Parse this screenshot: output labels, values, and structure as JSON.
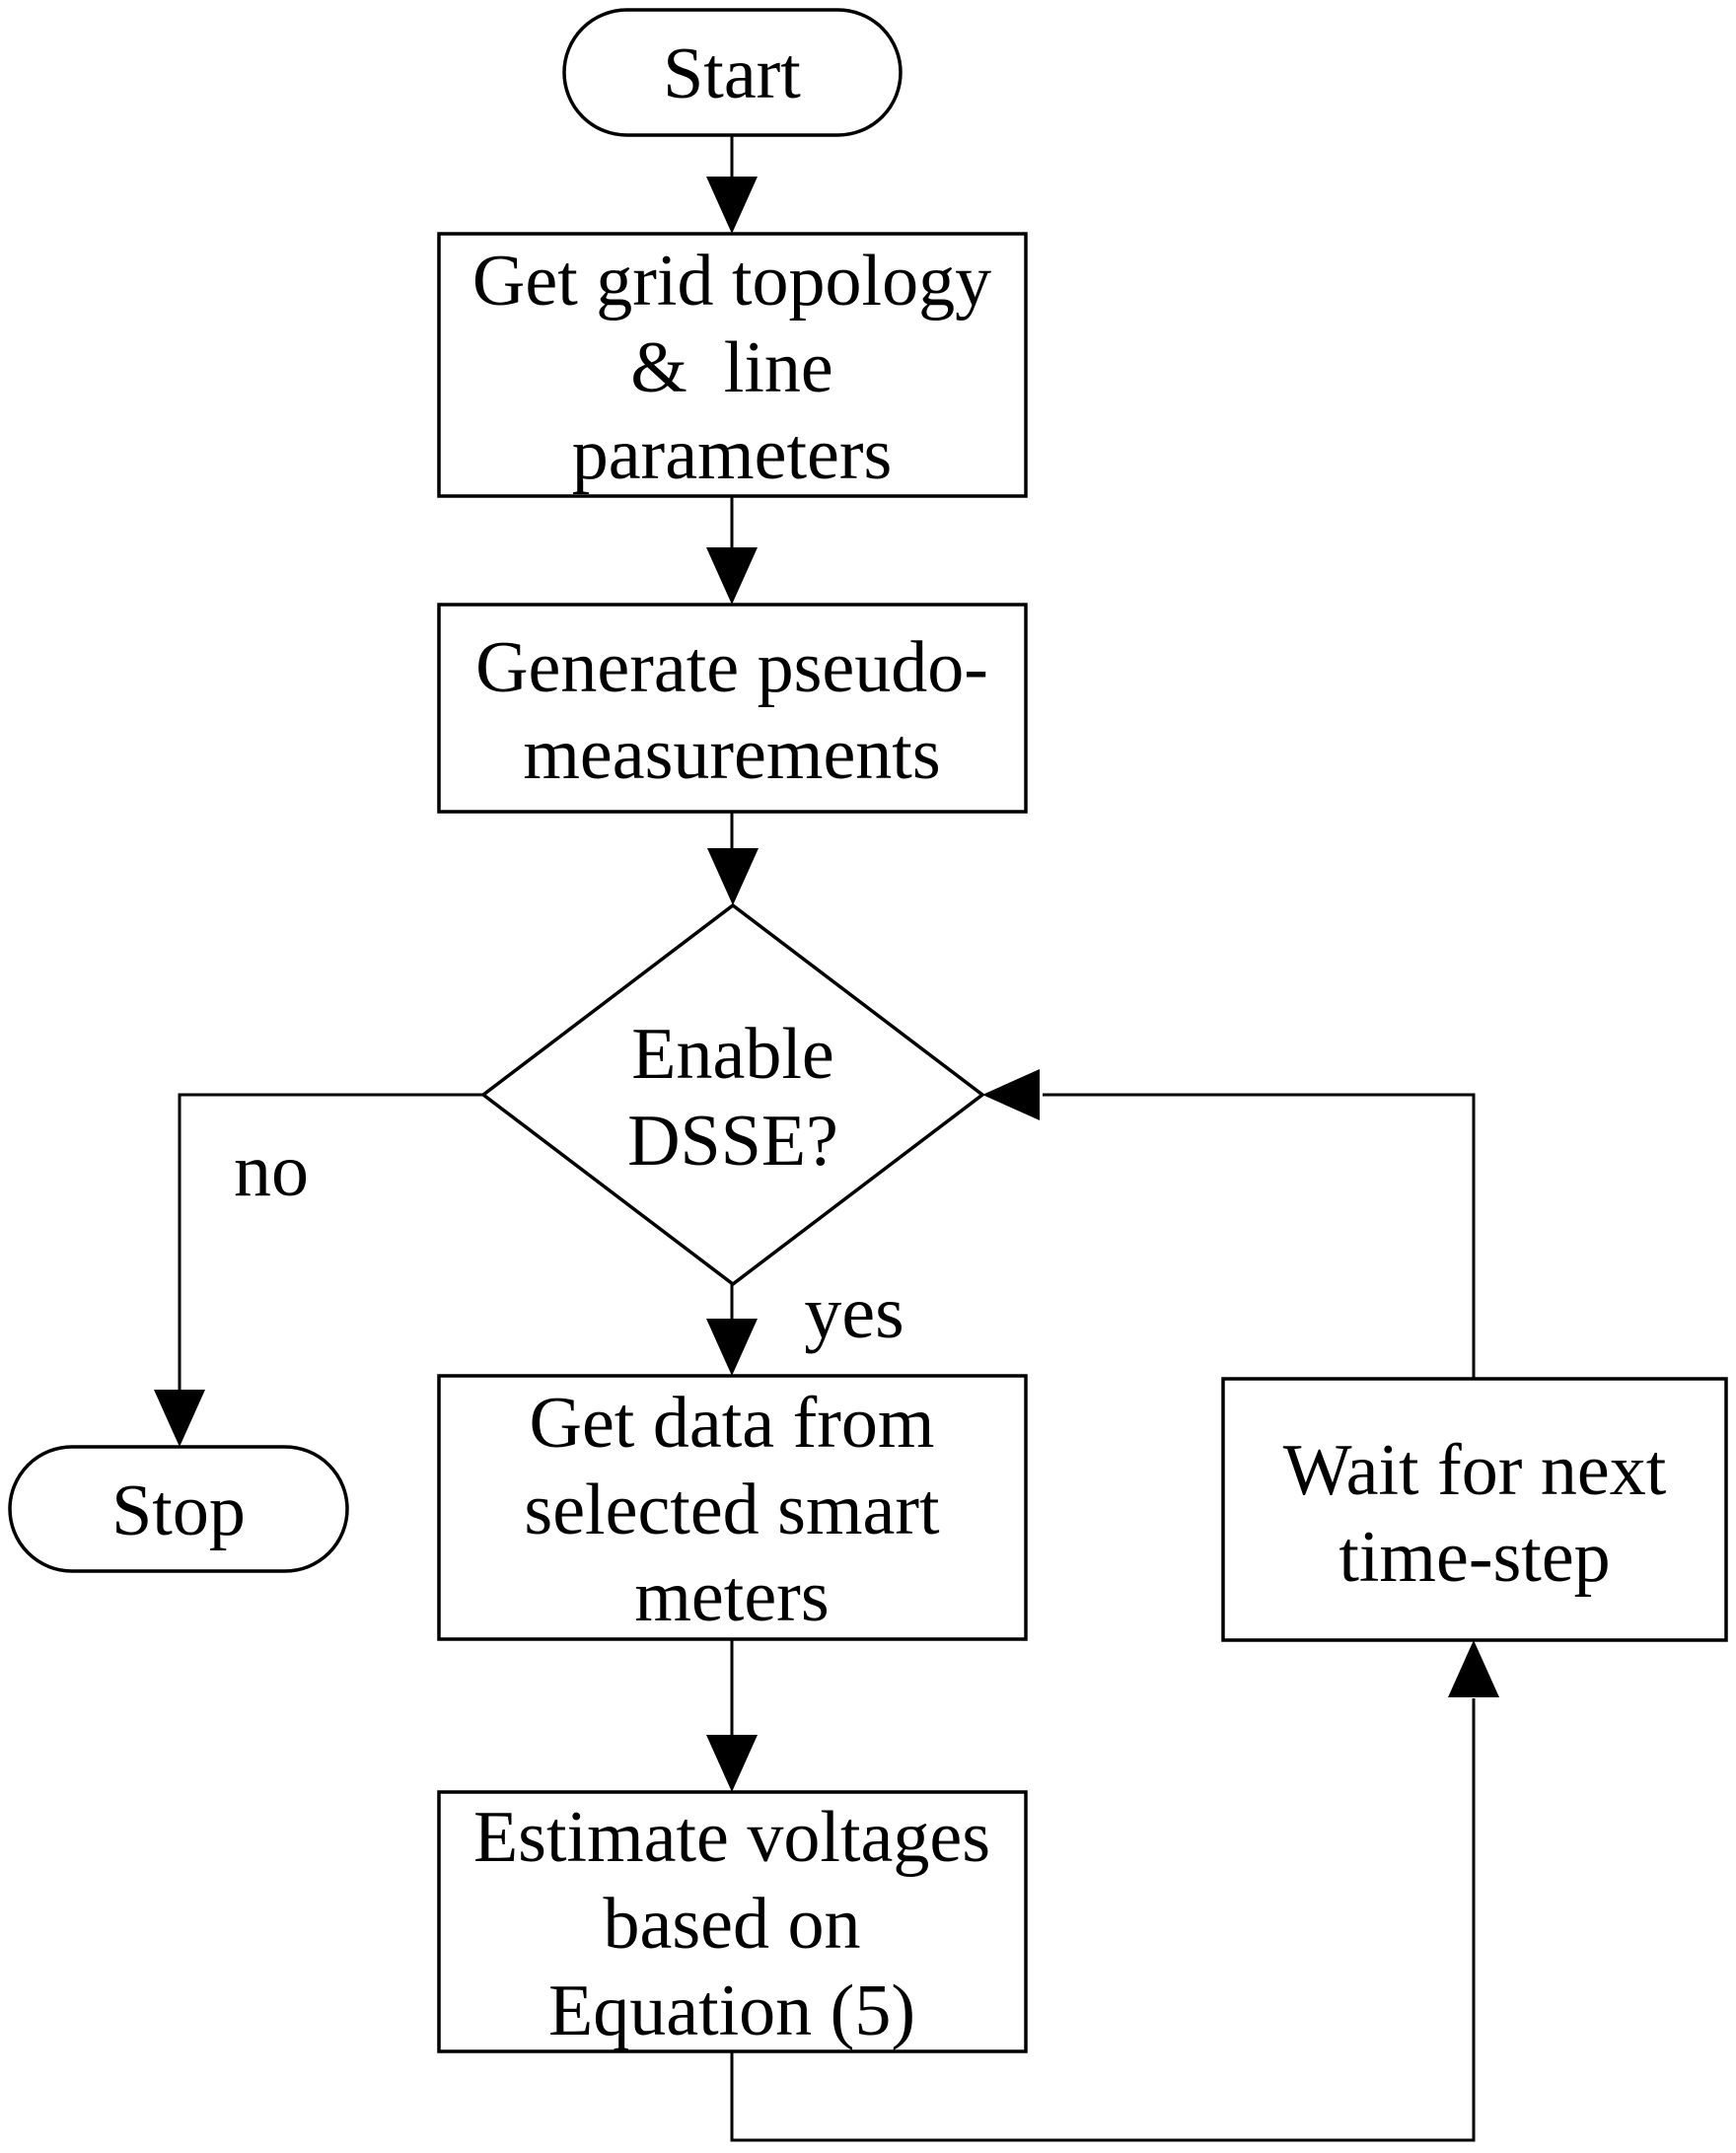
{
  "figure": {
    "type": "flowchart",
    "colors": {
      "background": "#ffffff",
      "stroke": "#000000",
      "text": "#000000",
      "arrow_fill": "#000000"
    }
  },
  "nodes": {
    "start": {
      "type": "terminator",
      "label": "Start"
    },
    "grid_topology": {
      "type": "process",
      "lines": [
        "Get grid topology",
        "&  line",
        "parameters"
      ]
    },
    "generate_pseudo": {
      "type": "process",
      "lines": [
        "Generate pseudo-",
        "measurements"
      ]
    },
    "enable_dsse": {
      "type": "decision",
      "lines": [
        "Enable",
        "DSSE?"
      ]
    },
    "stop": {
      "type": "terminator",
      "label": "Stop"
    },
    "get_data": {
      "type": "process",
      "lines": [
        "Get data from",
        "selected smart",
        "meters"
      ]
    },
    "estimate": {
      "type": "process",
      "lines": [
        "Estimate voltages",
        "based on",
        "Equation (5)"
      ]
    },
    "wait": {
      "type": "process",
      "lines": [
        "Wait for next",
        "time-step"
      ]
    }
  },
  "edges": {
    "no_label": "no",
    "yes_label": "yes"
  }
}
